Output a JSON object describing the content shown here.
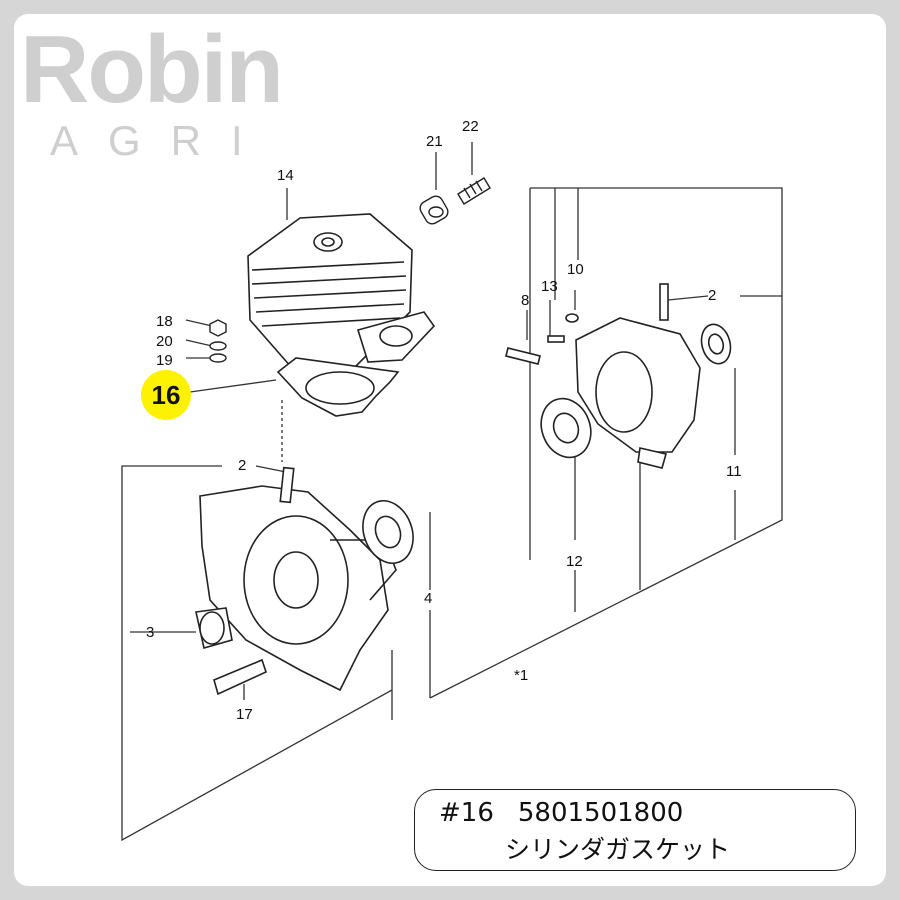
{
  "logo": {
    "brand": "Robin",
    "sub": "AGRI"
  },
  "callout": {
    "number": "16",
    "color": "#fff200"
  },
  "part_info": {
    "ref": "#16",
    "part_number": "5801501800",
    "name": "シリンダガスケット"
  },
  "labels": {
    "p1": "*1",
    "p2a": "2",
    "p2b": "2",
    "p3": "3",
    "p4": "4",
    "p8": "8",
    "p10": "10",
    "p11": "11",
    "p12": "12",
    "p13": "13",
    "p14": "14",
    "p17": "17",
    "p18": "18",
    "p19": "19",
    "p20": "20",
    "p21": "21",
    "p22": "22"
  }
}
